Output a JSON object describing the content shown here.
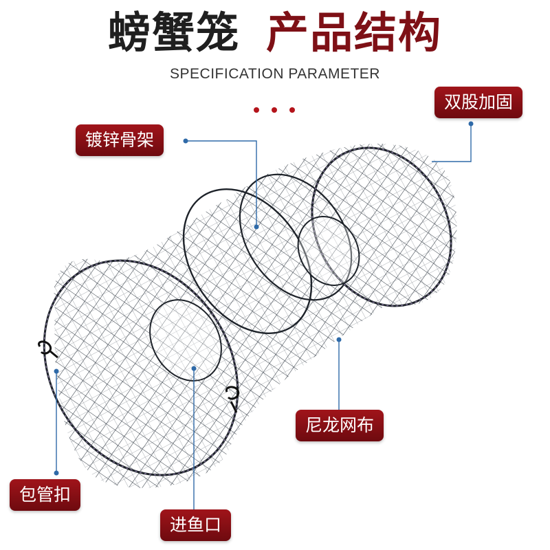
{
  "header": {
    "title_left": "螃蟹笼",
    "title_right": "产品结构",
    "subtitle": "SPECIFICATION PARAMETER"
  },
  "labels": {
    "double_strand": "双股加固",
    "galvanized_frame": "镀锌骨架",
    "nylon_mesh": "尼龙网布",
    "tube_clip": "包管扣",
    "fish_entrance": "进鱼口"
  },
  "colors": {
    "title_dark": "#1f1f1f",
    "title_red": "#7e1016",
    "label_bg": "#8c1015",
    "callout_line": "#2f6aa8"
  }
}
